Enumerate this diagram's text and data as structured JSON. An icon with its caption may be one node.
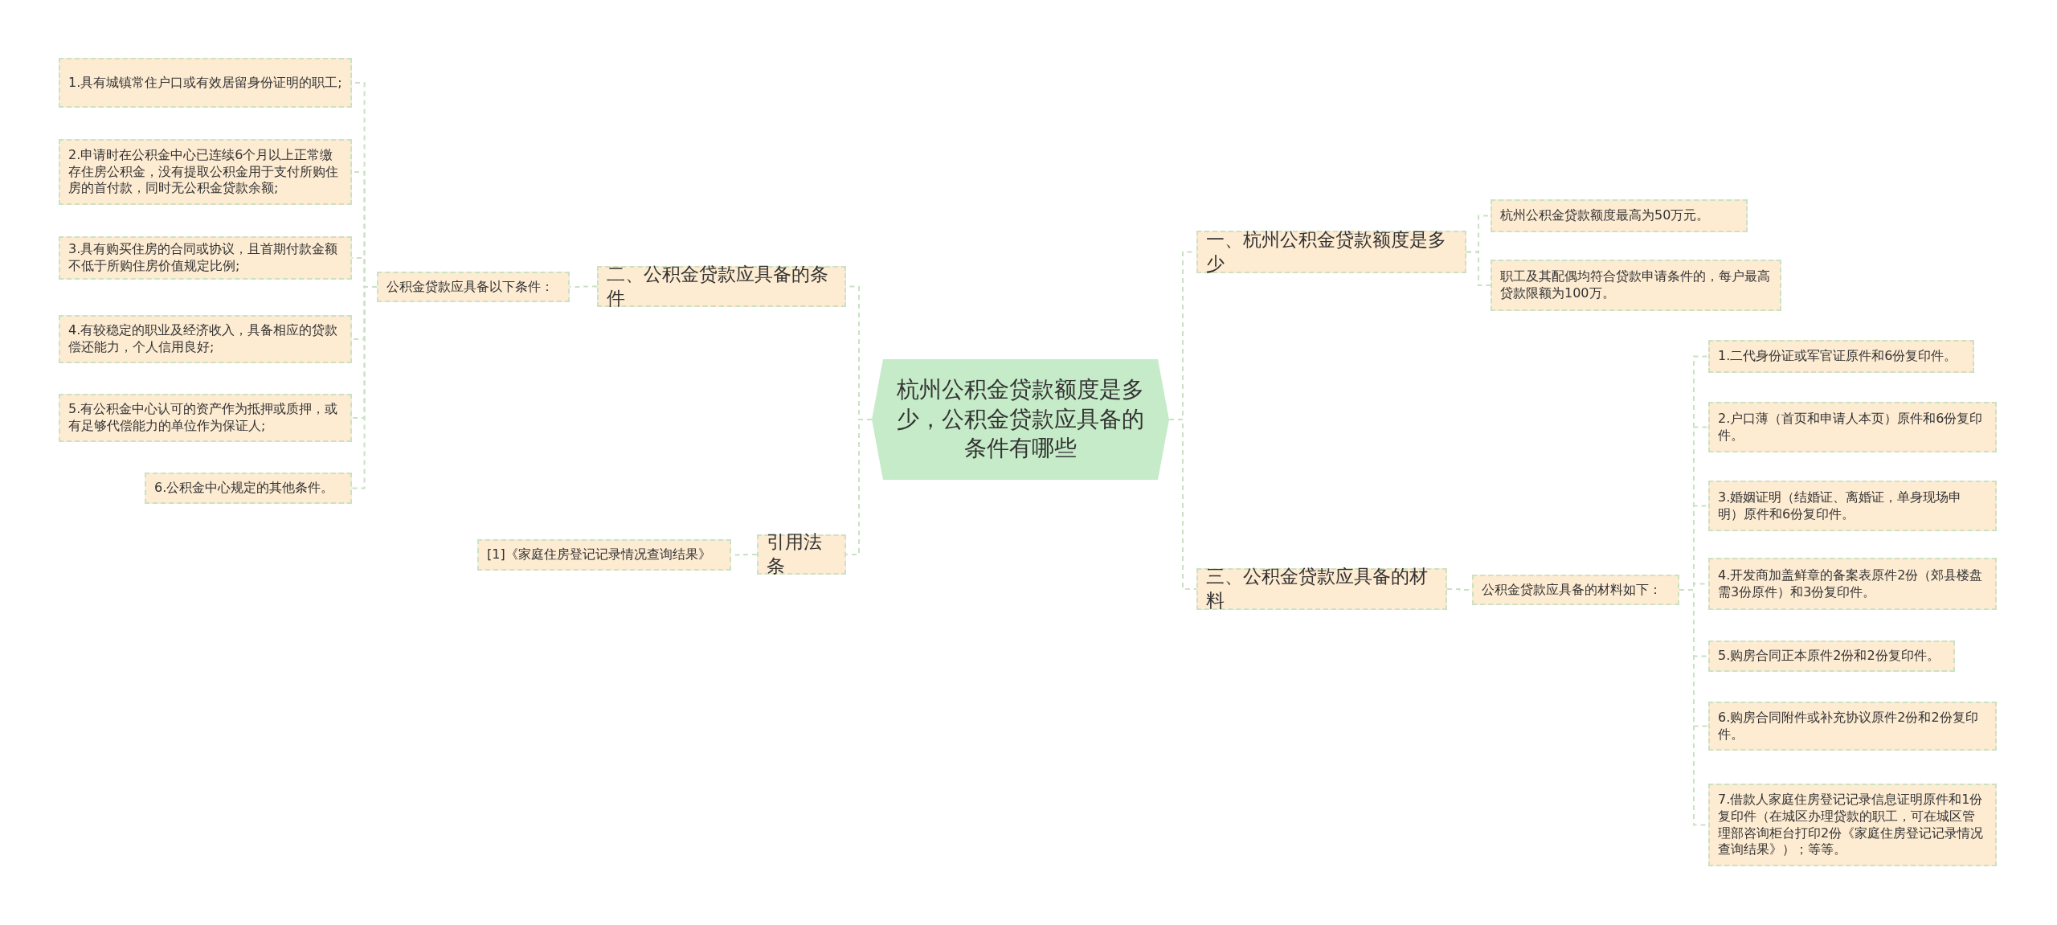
{
  "diagram": {
    "nodes": [
      {
        "text": [
          "杭州公积金贷款额度是多少，公积金贷款应具备的条件有哪些"
        ]
      },
      {
        "text": [
          "二、公积金贷款应具备的条件"
        ]
      },
      {
        "text": [
          "公积金贷款应具备以下条件："
        ]
      },
      {
        "text": [
          "1.具有城镇常住户口或有效居留身份证明的职工;"
        ]
      },
      {
        "text": [
          "2.申请时在公积金中心已连续6个月以上正常缴存住房公积金，没有提取公积金用于支付所购住房的首付款，同时无公积金贷款余额;"
        ]
      },
      {
        "text": [
          "3.具有购买住房的合同或协议，且首期付款金额不低于所购住房价值规定比例;"
        ]
      },
      {
        "text": [
          "4.有较稳定的职业及经济收入，具备相应的贷款偿还能力，个人信用良好;"
        ]
      },
      {
        "text": [
          "5.有公积金中心认可的资产作为抵押或质押，或有足够代偿能力的单位作为保证人;"
        ]
      },
      {
        "text": [
          "6.公积金中心规定的其他条件。"
        ]
      },
      {
        "text": [
          "引用法条"
        ]
      },
      {
        "text": [
          "[1]《家庭住房登记记录情况查询结果》"
        ]
      },
      {
        "text": [
          "一、杭州公积金贷款额度是多少"
        ]
      },
      {
        "text": [
          "杭州公积金贷款额度最高为50万元。"
        ]
      },
      {
        "text": [
          "职工及其配偶均符合贷款申请条件的，每户最高贷款限额为100万。"
        ]
      },
      {
        "text": [
          "三、公积金贷款应具备的材料"
        ]
      },
      {
        "text": [
          "公积金贷款应具备的材料如下："
        ]
      },
      {
        "text": [
          "1.二代身份证或军官证原件和6份复印件。"
        ]
      },
      {
        "text": [
          "2.户口薄（首页和申请人本页）原件和6份复印件。"
        ]
      },
      {
        "text": [
          "3.婚姻证明（结婚证、离婚证，单身现场申明）原件和6份复印件。"
        ]
      },
      {
        "text": [
          "4.开发商加盖鲜章的备案表原件2份（郊县楼盘需3份原件）和3份复印件。"
        ]
      },
      {
        "text": [
          "5.购房合同正本原件2份和2份复印件。"
        ]
      },
      {
        "text": [
          "6.购房合同附件或补充协议原件2份和2份复印件。"
        ]
      },
      {
        "text": [
          "7.借款人家庭住房登记记录信息证明原件和1份复印件（在城区办理贷款的职工，可在城区管理部咨询柜台打印2份《家庭住房登记记录情况查询结果》）；等等。"
        ]
      }
    ],
    "edges": [
      {
        "from": 0,
        "to": 1,
        "arrow": "none"
      },
      {
        "from": 1,
        "to": 2,
        "arrow": "none"
      },
      {
        "from": 2,
        "to": 3,
        "arrow": "none"
      },
      {
        "from": 2,
        "to": 4,
        "arrow": "none"
      },
      {
        "from": 2,
        "to": 5,
        "arrow": "none"
      },
      {
        "from": 2,
        "to": 6,
        "arrow": "none"
      },
      {
        "from": 2,
        "to": 7,
        "arrow": "none"
      },
      {
        "from": 2,
        "to": 8,
        "arrow": "none"
      },
      {
        "from": 0,
        "to": 9,
        "arrow": "none"
      },
      {
        "from": 9,
        "to": 10,
        "arrow": "none"
      },
      {
        "from": 0,
        "to": 11,
        "arrow": "none"
      },
      {
        "from": 11,
        "to": 12,
        "arrow": "none"
      },
      {
        "from": 11,
        "to": 13,
        "arrow": "none"
      },
      {
        "from": 0,
        "to": 14,
        "arrow": "none"
      },
      {
        "from": 14,
        "to": 15,
        "arrow": "none"
      },
      {
        "from": 15,
        "to": 16,
        "arrow": "none"
      },
      {
        "from": 15,
        "to": 17,
        "arrow": "none"
      },
      {
        "from": 15,
        "to": 18,
        "arrow": "none"
      },
      {
        "from": 15,
        "to": 19,
        "arrow": "none"
      },
      {
        "from": 15,
        "to": 20,
        "arrow": "none"
      },
      {
        "from": 15,
        "to": 21,
        "arrow": "none"
      },
      {
        "from": 15,
        "to": 22,
        "arrow": "none"
      }
    ]
  }
}
